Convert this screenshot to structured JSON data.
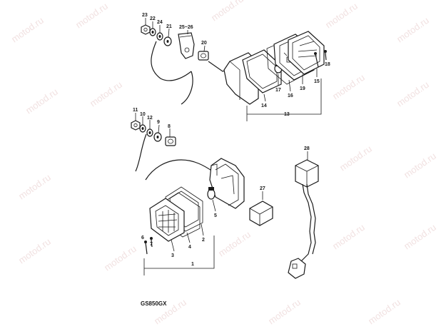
{
  "watermark": "motod.ru",
  "model": "GS850GX",
  "callouts": {
    "p1": "1",
    "p2": "2",
    "p3": "3",
    "p4": "4",
    "p5": "5",
    "p6": "6",
    "p7": "7",
    "p8": "8",
    "p9": "9",
    "p10": "10",
    "p11": "11",
    "p12": "12",
    "p13": "13",
    "p14": "14",
    "p15": "15",
    "p16": "16",
    "p17": "17",
    "p18": "18",
    "p19": "19",
    "p20": "20",
    "p21": "21",
    "p22": "22",
    "p23": "23",
    "p24": "24",
    "p25_26": "25~26",
    "p27": "27",
    "p28": "28"
  },
  "colors": {
    "line": "#1a1a1a",
    "watermark": "#e6c9c9",
    "background": "#ffffff"
  }
}
